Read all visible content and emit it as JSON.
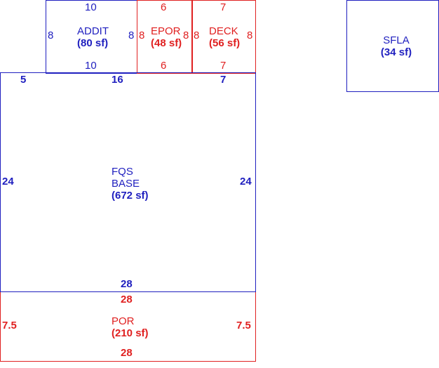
{
  "colors": {
    "living": "#1f1fbf",
    "exterior": "#e02020"
  },
  "areas": {
    "addit": {
      "name": "ADDIT",
      "size": "(80 sf)",
      "top": "10",
      "bottom": "10",
      "left": "8",
      "right": "8"
    },
    "epor": {
      "name": "EPOR",
      "size": "(48 sf)",
      "top": "6",
      "bottom": "6",
      "left": "8",
      "right": "8"
    },
    "deck": {
      "name": "DECK",
      "size": "(56 sf)",
      "top": "7",
      "bottom": "7",
      "left": "8",
      "right": "8"
    },
    "sfla": {
      "name": "SFLA",
      "size": "(34 sf)"
    },
    "base": {
      "name_line1": "FQS",
      "name_line2": "BASE",
      "size": "(672 sf)",
      "top_left": "5",
      "top_mid": "16",
      "top_right": "7",
      "left": "24",
      "right": "24",
      "bottom": "28"
    },
    "por": {
      "name": "POR",
      "size": "(210 sf)",
      "top": "28",
      "bottom": "28",
      "left": "7.5",
      "right": "7.5"
    }
  }
}
